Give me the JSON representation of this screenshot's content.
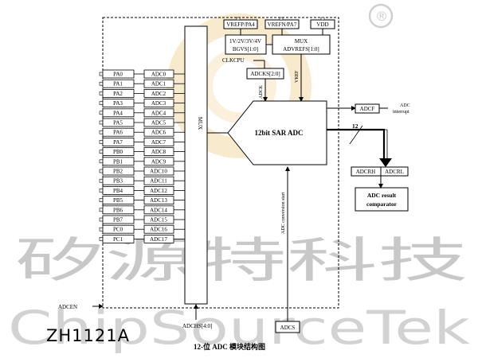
{
  "watermark": {
    "chinese": "矽源特科技",
    "english": "ChipSourceTek",
    "registered": "®"
  },
  "part_number": "ZH1121A",
  "caption": "12-位 ADC 模块结构图",
  "pins": [
    {
      "pin": "PA0",
      "adc": "ADC0"
    },
    {
      "pin": "PA1",
      "adc": "ADC1"
    },
    {
      "pin": "PA2",
      "adc": "ADC2"
    },
    {
      "pin": "PA3",
      "adc": "ADC3"
    },
    {
      "pin": "PA4",
      "adc": "ADC4"
    },
    {
      "pin": "PA5",
      "adc": "ADC5"
    },
    {
      "pin": "PA6",
      "adc": "ADC6"
    },
    {
      "pin": "PA7",
      "adc": "ADC7"
    },
    {
      "pin": "PB0",
      "adc": "ADC8"
    },
    {
      "pin": "PB1",
      "adc": "ADC9"
    },
    {
      "pin": "PB2",
      "adc": "ADC10"
    },
    {
      "pin": "PB3",
      "adc": "ADC11"
    },
    {
      "pin": "PB4",
      "adc": "ADC12"
    },
    {
      "pin": "PB5",
      "adc": "ADC13"
    },
    {
      "pin": "PB6",
      "adc": "ADC14"
    },
    {
      "pin": "PB7",
      "adc": "ADC15"
    },
    {
      "pin": "PC0",
      "adc": "ADC16"
    },
    {
      "pin": "PC1",
      "adc": "ADC17"
    }
  ],
  "labels": {
    "mux_main": "MUX",
    "vrefp": "VREFP/PA4",
    "vrefn": "VREFN/PA7",
    "vdd": "VDD",
    "bgvs_line1": "1V/2V/3V/4V",
    "bgvs_line2": "BGVS[1:0]",
    "mux_ref": "MUX",
    "adv_refs": "ADVREFS[1:0]",
    "clkcpu": "CLKCPU",
    "adcks": "ADCKS[2:0]",
    "adck": "ADCK",
    "vref": "VREF",
    "sar": "12bit  SAR ADC",
    "adcf": "ADCF",
    "interrupt_line1": "ADC",
    "interrupt_line2": "interrupt",
    "bus_width": "12",
    "adcrh": "ADCRH",
    "adcrl": "ADCRL",
    "comparator_line1": "ADC result",
    "comparator_line2": "comparator",
    "conv_start": "ADC conversion start",
    "adcen": "ADCEN",
    "adchs": "ADCHS[4:0]",
    "adcs": "ADCS"
  }
}
